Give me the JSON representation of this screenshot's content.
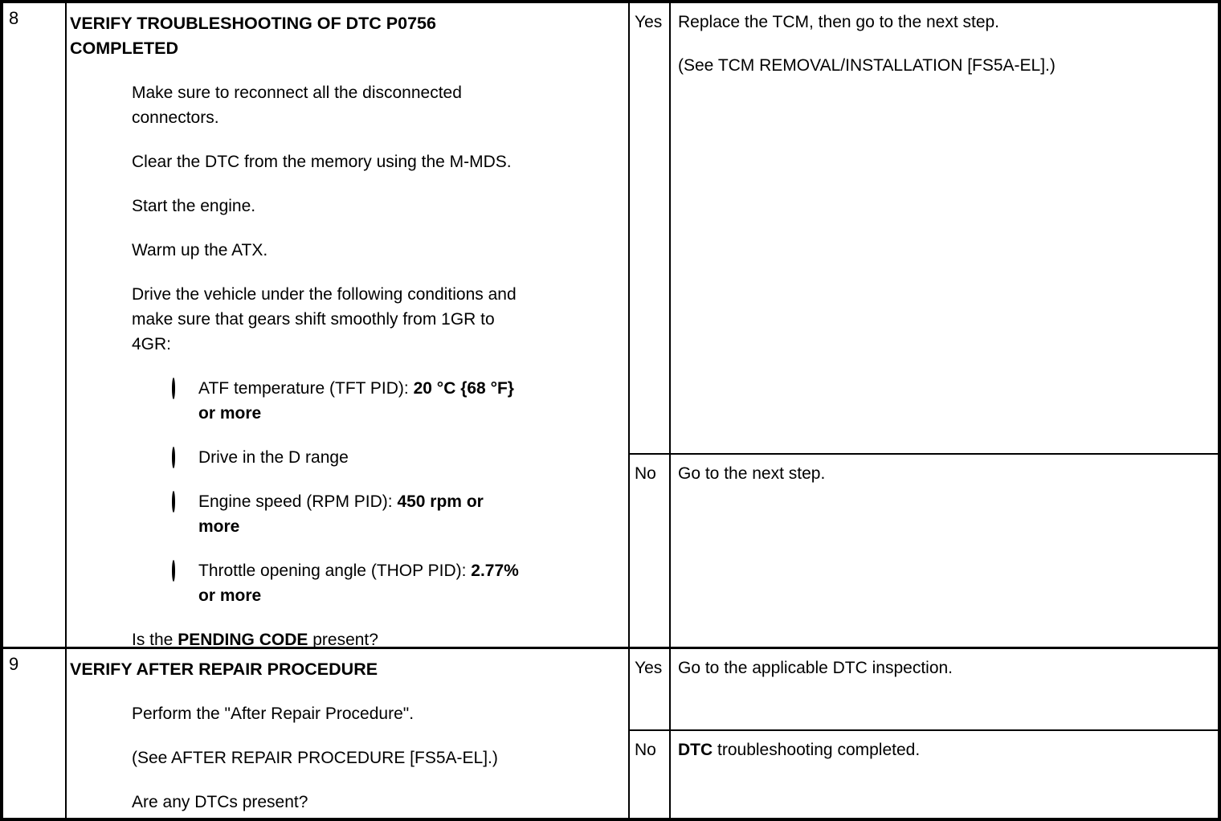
{
  "colors": {
    "ink": "#000000",
    "paper": "#ffffff"
  },
  "table": {
    "rows": [
      {
        "step": "8",
        "title": "VERIFY TROUBLESHOOTING OF DTC P0756\nCOMPLETED",
        "bullets": [
          {
            "level": "l1",
            "pre": "Make sure to reconnect all the disconnected\nconnectors.",
            "bold": "",
            "post": ""
          },
          {
            "level": "l1",
            "pre": "Clear the DTC from the memory using the M-MDS.",
            "bold": "",
            "post": ""
          },
          {
            "level": "l1",
            "pre": "Start the engine.",
            "bold": "",
            "post": ""
          },
          {
            "level": "l1",
            "pre": "Warm up the ATX.",
            "bold": "",
            "post": ""
          },
          {
            "level": "l1",
            "pre": "Drive the vehicle under the following conditions and\nmake sure that gears shift smoothly from 1GR to\n4GR:",
            "bold": "",
            "post": ""
          },
          {
            "level": "l2",
            "pre": "ATF temperature (TFT PID): ",
            "bold": "20 °C {68 °F}\nor more",
            "post": ""
          },
          {
            "level": "l2",
            "pre": "Drive in the D range",
            "bold": "",
            "post": ""
          },
          {
            "level": "l2",
            "pre": "Engine speed (RPM PID): ",
            "bold": "450 rpm or\nmore",
            "post": ""
          },
          {
            "level": "l2",
            "pre": "Throttle opening angle (THOP PID): ",
            "bold": "2.77%\nor more",
            "post": ""
          },
          {
            "level": "l1",
            "pre": "Is the ",
            "bold": "PENDING CODE",
            "post": " present?"
          }
        ],
        "results": [
          {
            "answer": "Yes",
            "pre": "Replace the TCM, then go to the next step.",
            "bold": "",
            "post": "",
            "ref": "(See TCM REMOVAL/INSTALLATION [FS5A-EL].)"
          },
          {
            "answer": "No",
            "pre": "Go to the next step.",
            "bold": "",
            "post": "",
            "ref": ""
          }
        ]
      },
      {
        "step": "9",
        "title": "VERIFY AFTER REPAIR PROCEDURE",
        "bullets": [
          {
            "level": "l1",
            "pre": "Perform the \"After Repair Procedure\".",
            "bold": "",
            "post": ""
          },
          {
            "level": "lref",
            "pre": "(See AFTER REPAIR PROCEDURE [FS5A-EL].)",
            "bold": "",
            "post": ""
          },
          {
            "level": "l1",
            "pre": "Are any DTCs present?",
            "bold": "",
            "post": ""
          }
        ],
        "results": [
          {
            "answer": "Yes",
            "pre": "Go to the applicable DTC inspection.",
            "bold": "",
            "post": "",
            "ref": ""
          },
          {
            "answer": "No",
            "pre": "",
            "bold": "DTC",
            "post": " troubleshooting completed.",
            "ref": ""
          }
        ]
      }
    ]
  }
}
